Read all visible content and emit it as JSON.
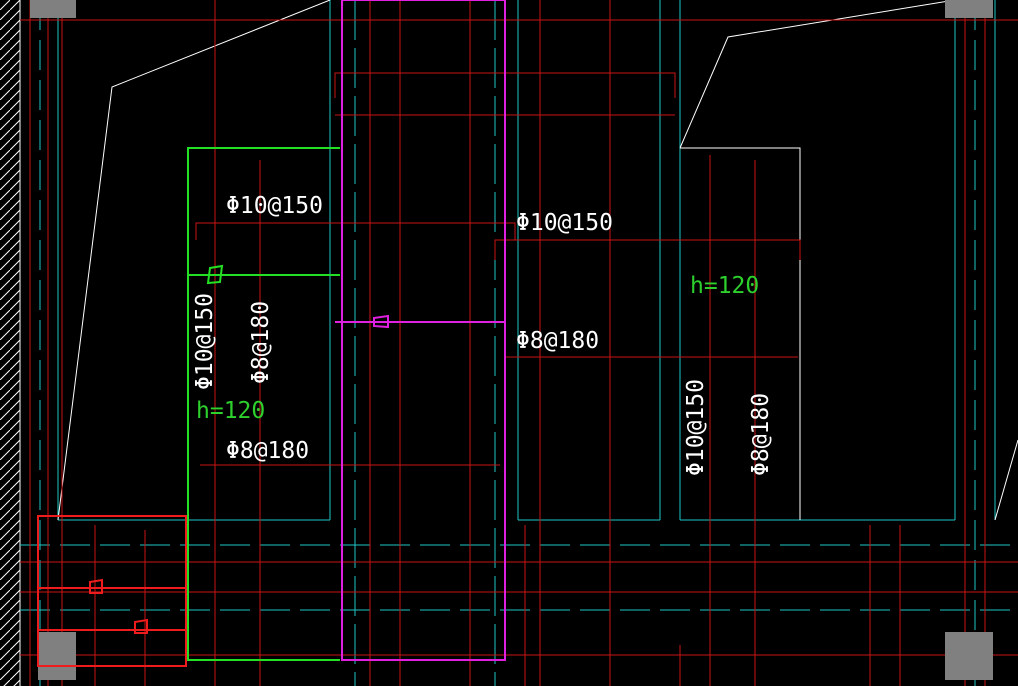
{
  "drawing": {
    "background": "#000000",
    "colors": {
      "rebar_red": "#c81414",
      "outline_cyan": "#21c6c6",
      "slab_white": "#ffffff",
      "select_green": "#24e024",
      "select_magenta": "#e020e0",
      "select_red": "#ee1c1c",
      "column_gray": "#808080",
      "label_green": "#2dd02d"
    },
    "labels": {
      "top_left_bar": "Φ10@150",
      "top_mid_bar": "Φ10@150",
      "left_vertical_bar_1": "Φ10@150",
      "left_vertical_bar_2": "Φ8@180",
      "left_h": "h=120",
      "bottom_left_bar": "Φ8@180",
      "mid_bar": "Φ8@180",
      "right_h": "h=120",
      "right_vertical_bar_1": "Φ10@150",
      "right_vertical_bar_2": "Φ8@180"
    }
  }
}
